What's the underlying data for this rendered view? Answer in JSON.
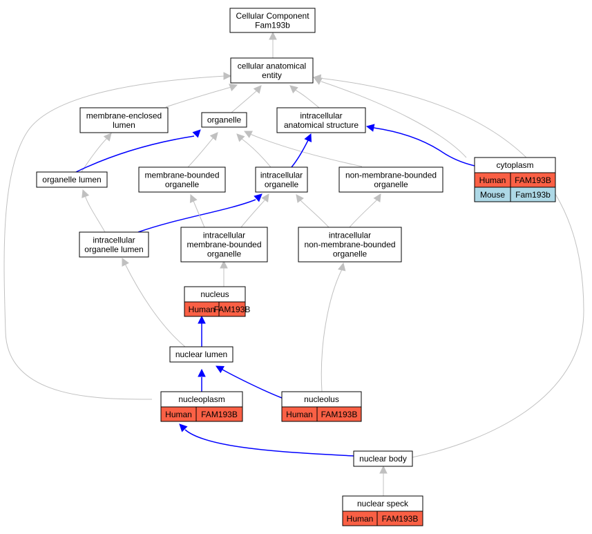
{
  "colors": {
    "human": "#fa6045",
    "mouse": "#add8e6",
    "edge_is_a": "#c0c0c0",
    "edge_part_of": "#0000ff"
  },
  "nodes": {
    "root": [
      "Cellular Component",
      "Fam193b"
    ],
    "cae": [
      "cellular anatomical",
      "entity"
    ],
    "mel": [
      "membrane-enclosed",
      "lumen"
    ],
    "org": [
      "organelle"
    ],
    "ias": [
      "intracellular",
      "anatomical structure"
    ],
    "cyto": [
      "cytoplasm"
    ],
    "olum": [
      "organelle lumen"
    ],
    "mbo": [
      "membrane-bounded",
      "organelle"
    ],
    "io": [
      "intracellular",
      "organelle"
    ],
    "nmbo": [
      "non-membrane-bounded",
      "organelle"
    ],
    "iol": [
      "intracellular",
      "organelle lumen"
    ],
    "imbo": [
      "intracellular",
      "membrane-bounded",
      "organelle"
    ],
    "inmbo": [
      "intracellular",
      "non-membrane-bounded",
      "organelle"
    ],
    "nuc": [
      "nucleus"
    ],
    "nlum": [
      "nuclear lumen"
    ],
    "nplasm": [
      "nucleoplasm"
    ],
    "nolus": [
      "nucleolus"
    ],
    "nbody": [
      "nuclear body"
    ],
    "nspeck": [
      "nuclear speck"
    ]
  },
  "annotations": {
    "cyto": [
      [
        "Human",
        "FAM193B"
      ],
      [
        "Mouse",
        "Fam193b"
      ]
    ],
    "nuc": [
      [
        "Human",
        "FAM193B"
      ]
    ],
    "nplasm": [
      [
        "Human",
        "FAM193B"
      ]
    ],
    "nolus": [
      [
        "Human",
        "FAM193B"
      ]
    ],
    "nspeck": [
      [
        "Human",
        "FAM193B"
      ]
    ]
  }
}
